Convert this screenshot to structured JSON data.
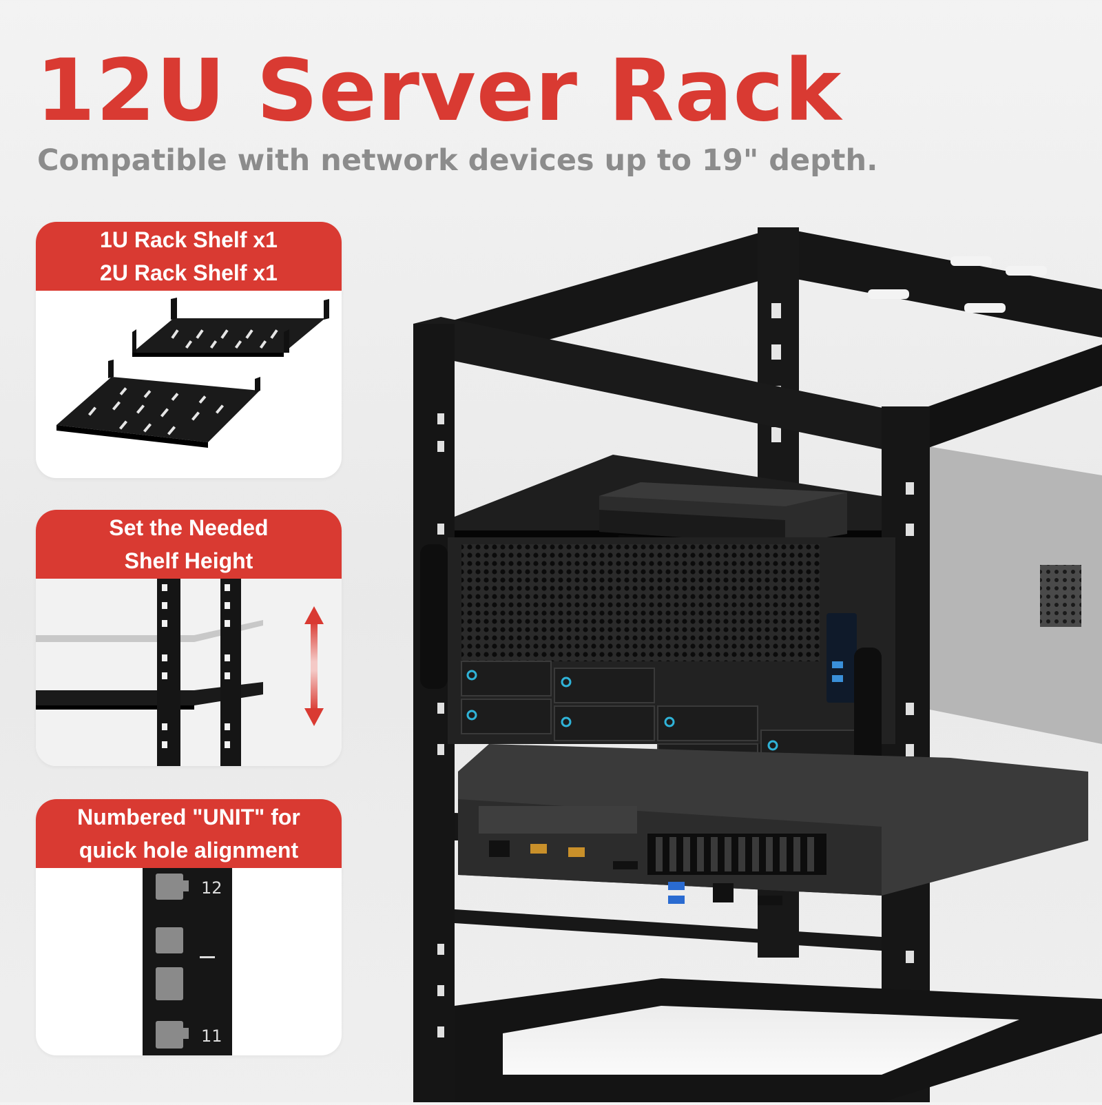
{
  "header": {
    "title": "12U Server Rack",
    "subtitle": "Compatible with network devices up to 19\" depth."
  },
  "features": [
    {
      "lines": [
        "1U Rack Shelf x1",
        "2U Rack Shelf x1"
      ]
    },
    {
      "lines": [
        "Set the Needed",
        "Shelf Height"
      ]
    },
    {
      "lines": [
        "Numbered \"UNIT\" for",
        "quick hole alignment"
      ]
    }
  ],
  "unit_strip": {
    "top_number": "12",
    "bottom_number": "11"
  },
  "colors": {
    "accent": "#d93a32",
    "subtitle": "#8c8c8c",
    "rack": "#141414",
    "card": "#ffffff"
  }
}
